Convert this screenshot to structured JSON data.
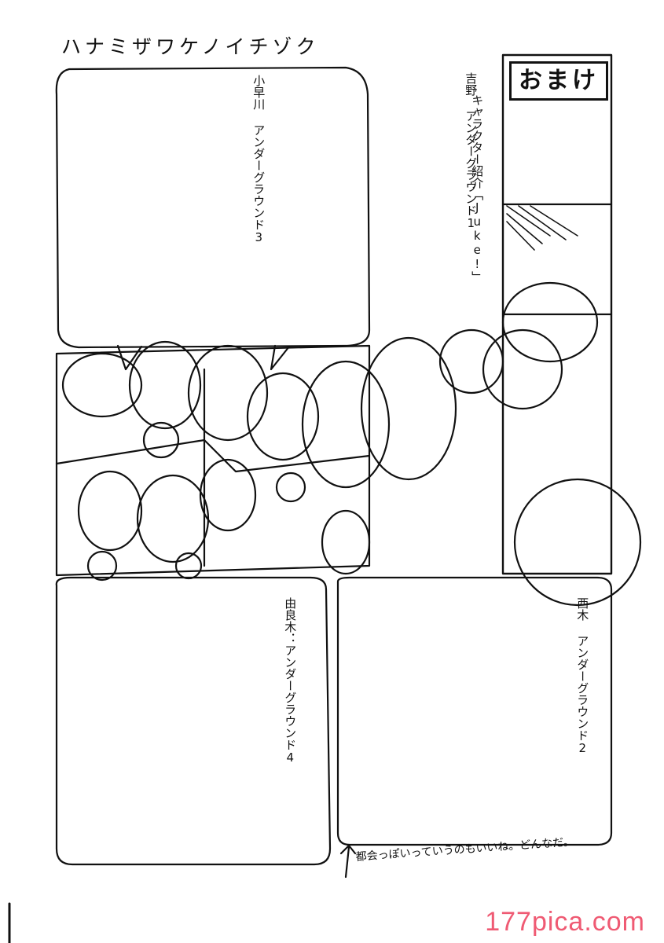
{
  "page": {
    "title": "ハナミザワケノイチゾク",
    "watermark": "177pica.com"
  },
  "omake": {
    "heading": "おまけ",
    "intro": "キャラクター紹介「Juke!」"
  },
  "characters": [
    {
      "id": "yoshino",
      "heading": "吉野 アンダーグラウンド1",
      "lines": []
    },
    {
      "id": "kohayakawa",
      "heading": "小早川 アンダーグラウンド3",
      "lines": []
    },
    {
      "id": "nishiki",
      "heading": "西木 アンダーグラウンド2",
      "lines": []
    },
    {
      "id": "yuragi",
      "heading": "由良木：アンダーグラウンド4",
      "lines": []
    }
  ],
  "bottom_note": "都会っぽいっていうのもいいね。どんなだ。",
  "colors": {
    "ink": "#111111",
    "paper": "#ffffff",
    "watermark": "#ef5a73"
  }
}
